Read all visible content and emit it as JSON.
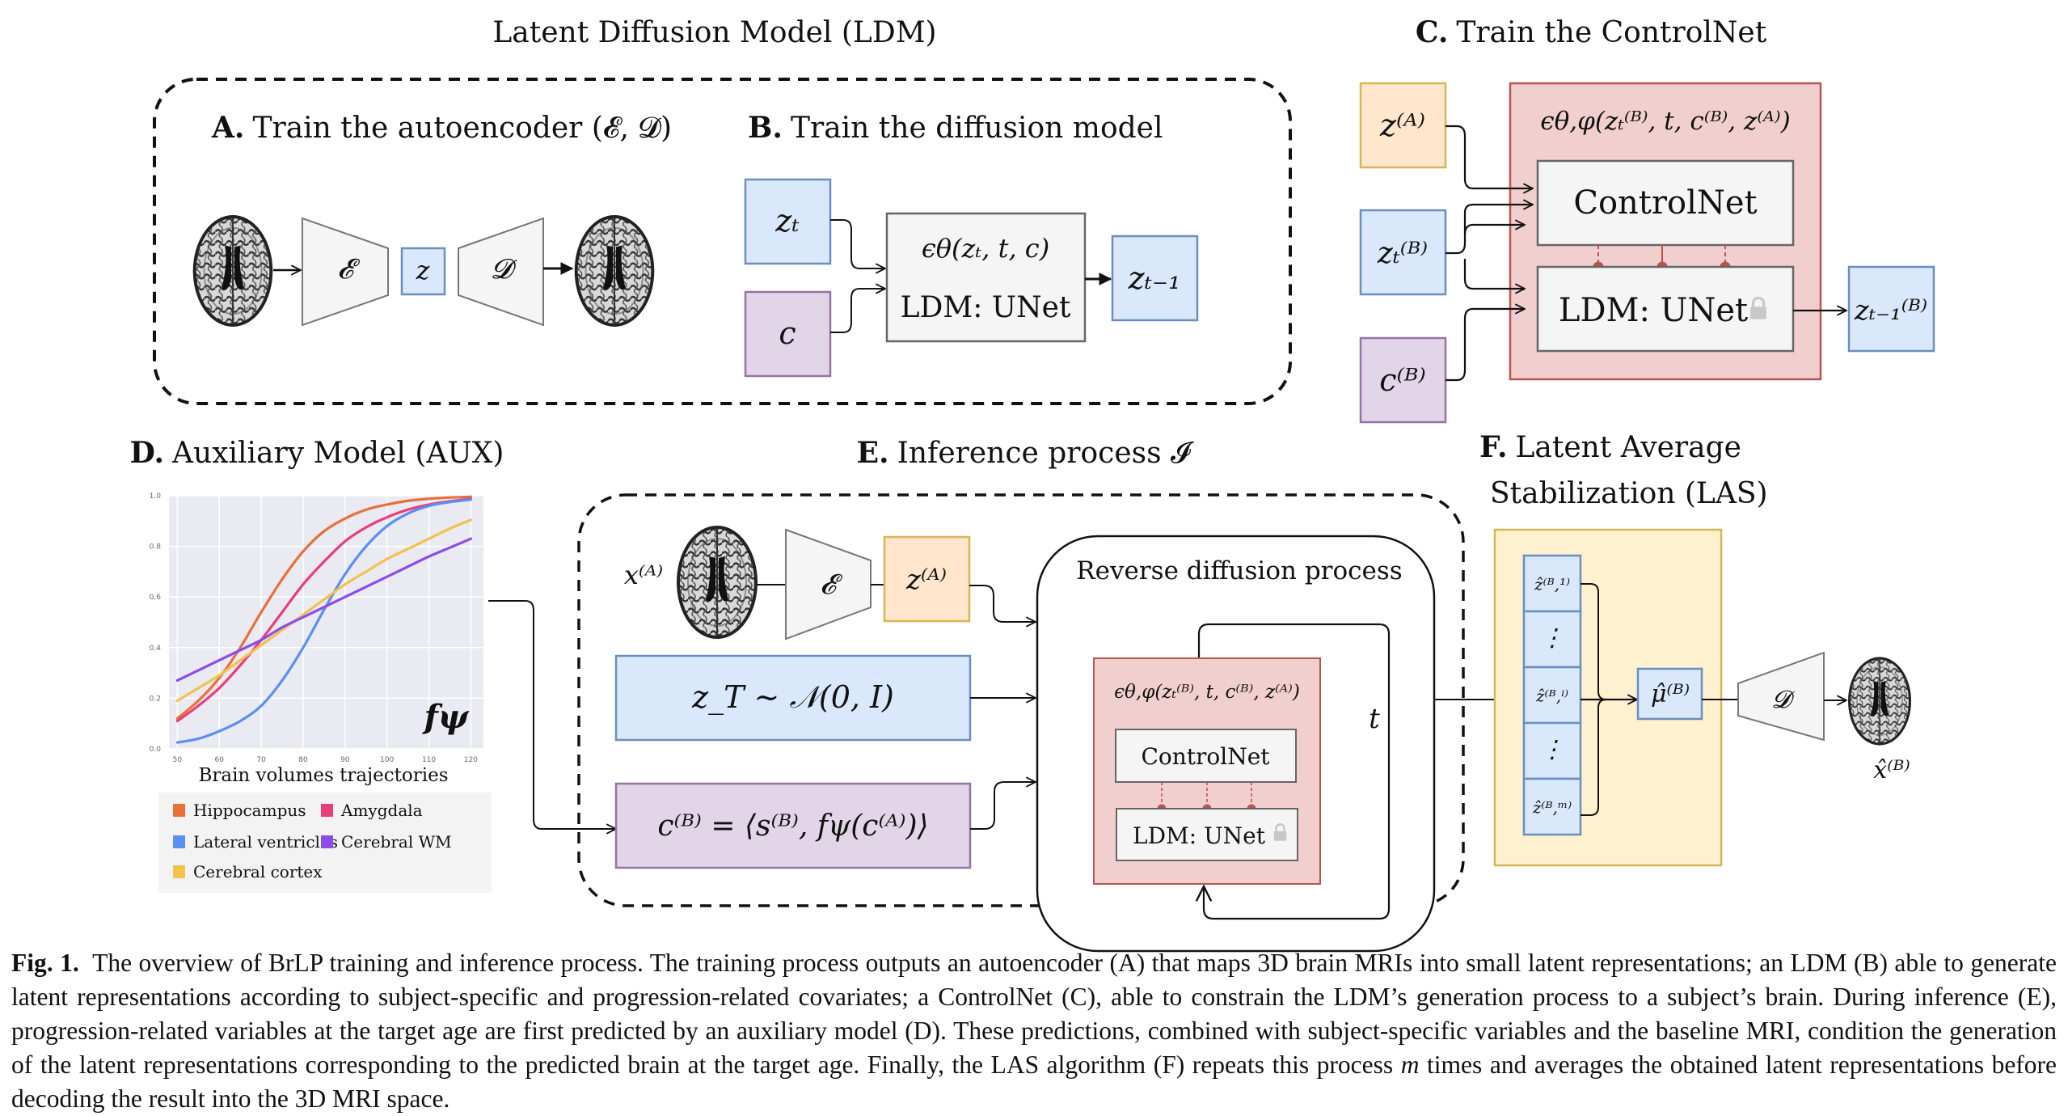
{
  "figure": {
    "ldm_title": "Latent Diffusion Model (LDM)",
    "section_a": {
      "letter": "A.",
      "title": "Train the autoencoder (𝓔, 𝓓)",
      "encoder": "𝓔",
      "latent": "z",
      "decoder": "𝓓"
    },
    "section_b": {
      "letter": "B.",
      "title": "Train the diffusion model",
      "input_zt": "zₜ",
      "input_c": "c",
      "unet_formula": "ϵθ(zₜ, t, c)",
      "unet_label": "LDM: UNet",
      "output": "zₜ₋₁"
    },
    "section_c": {
      "letter": "C.",
      "title": "Train the ControlNet",
      "input_za": "z⁽ᴬ⁾",
      "input_ztb": "zₜ⁽ᴮ⁾",
      "input_cb": "c⁽ᴮ⁾",
      "formula": "ϵθ,φ(zₜ⁽ᴮ⁾, t, c⁽ᴮ⁾, z⁽ᴬ⁾)",
      "controlnet_label": "ControlNet",
      "unet_label": "LDM: UNet",
      "output": "zₜ₋₁⁽ᴮ⁾"
    },
    "section_d": {
      "letter": "D.",
      "title": "Auxiliary Model  (AUX)",
      "function_label": "fψ",
      "chart_caption": "Brain volumes trajectories"
    },
    "section_e": {
      "letter": "E.",
      "title": "Inference process 𝓘",
      "input_xa": "x⁽ᴬ⁾",
      "encoder": "𝓔",
      "latent_za": "z⁽ᴬ⁾",
      "noise": "z_T ∼ 𝒩(0, I)",
      "condition": "c⁽ᴮ⁾ = ⟨s⁽ᴮ⁾, fψ(c⁽ᴬ⁾)⟩",
      "reverse_title": "Reverse diffusion process",
      "formula": "ϵθ,φ(zₜ⁽ᴮ⁾, t, c⁽ᴮ⁾, z⁽ᴬ⁾)",
      "controlnet_label": "ControlNet",
      "unet_label": "LDM: UNet",
      "loop_label": "t"
    },
    "section_f": {
      "letter": "F.",
      "title_line1": "Latent Average",
      "title_line2": "Stabilization (LAS)",
      "stack": [
        "ẑ⁽ᴮ,¹⁾",
        "⋮",
        "ẑ⁽ᴮ,ⁱ⁾",
        "⋮",
        "ẑ⁽ᴮ,ᵐ⁾"
      ],
      "mean": "μ̂⁽ᴮ⁾",
      "decoder": "𝓓",
      "output": "x̂⁽ᴮ⁾"
    }
  },
  "colors": {
    "blue_fill": "#dae8fc",
    "blue_stroke": "#6c8ebf",
    "purple_fill": "#e1d5e7",
    "purple_stroke": "#9673a6",
    "orange_fill": "#ffe6cc",
    "orange_stroke": "#d6b656",
    "red_fill": "#f2cfcf",
    "red_stroke": "#b85450",
    "yellow_fill": "#fdf1cf",
    "yellow_stroke": "#d6b656",
    "gray_fill": "#f5f5f5",
    "gray_stroke": "#666666"
  },
  "chart_data": {
    "type": "line",
    "title": "Brain volumes trajectories",
    "xlabel": "",
    "ylabel": "",
    "xlim": [
      48,
      123
    ],
    "ylim": [
      0,
      1
    ],
    "xticks": [
      50,
      60,
      70,
      80,
      90,
      100,
      110,
      120
    ],
    "yticks": [
      0.0,
      0.2,
      0.4,
      0.6,
      0.8,
      1.0
    ],
    "ytick_labels": [
      "0.0",
      "0.2",
      "0.4",
      "0.6",
      "0.8",
      "1.0"
    ],
    "grid": true,
    "legend_position": "bottom",
    "x": [
      50,
      55,
      60,
      65,
      70,
      75,
      80,
      85,
      90,
      95,
      100,
      105,
      110,
      115,
      120
    ],
    "series": [
      {
        "name": "Hippocampus",
        "color": "#e8703a",
        "values": [
          0.12,
          0.19,
          0.28,
          0.4,
          0.54,
          0.67,
          0.78,
          0.86,
          0.91,
          0.945,
          0.965,
          0.98,
          0.988,
          0.993,
          0.996
        ]
      },
      {
        "name": "Amygdala",
        "color": "#e83e7a",
        "values": [
          0.11,
          0.17,
          0.24,
          0.33,
          0.43,
          0.54,
          0.65,
          0.74,
          0.82,
          0.875,
          0.915,
          0.945,
          0.965,
          0.978,
          0.988
        ]
      },
      {
        "name": "Lateral ventricles",
        "color": "#5b8ff0",
        "values": [
          0.025,
          0.04,
          0.07,
          0.11,
          0.17,
          0.27,
          0.4,
          0.55,
          0.69,
          0.8,
          0.88,
          0.93,
          0.96,
          0.975,
          0.985
        ]
      },
      {
        "name": "Cerebral cortex",
        "color": "#f2c14e",
        "values": [
          0.19,
          0.24,
          0.29,
          0.35,
          0.41,
          0.47,
          0.53,
          0.59,
          0.65,
          0.7,
          0.75,
          0.79,
          0.83,
          0.87,
          0.905
        ]
      },
      {
        "name": "Cerebral WM",
        "color": "#8a4de8",
        "values": [
          0.27,
          0.31,
          0.35,
          0.39,
          0.43,
          0.48,
          0.52,
          0.56,
          0.6,
          0.64,
          0.68,
          0.72,
          0.76,
          0.795,
          0.83
        ]
      }
    ]
  },
  "legend": [
    {
      "name": "Hippocampus",
      "color": "#e8703a"
    },
    {
      "name": "Amygdala",
      "color": "#e83e7a"
    },
    {
      "name": "Lateral ventricles",
      "color": "#5b8ff0"
    },
    {
      "name": "Cerebral WM",
      "color": "#8a4de8"
    },
    {
      "name": "Cerebral cortex",
      "color": "#f2c14e"
    }
  ],
  "caption": {
    "label": "Fig. 1.",
    "text_before_m": "The overview of BrLP training and inference process. The training process outputs an autoencoder (A) that maps 3D brain MRIs into small latent representations; an LDM (B) able to generate latent representations according to subject-specific and progression-related covariates; a ControlNet (C), able to constrain the LDM’s generation process to a subject’s brain. During inference (E), progression-related variables at the target age are first predicted by an auxiliary model (D). These predictions, combined with subject-specific variables and the baseline MRI, condition the generation of the latent representations corresponding to the predicted brain at the target age. Finally, the LAS algorithm (F) repeats this process",
    "m": "m",
    "text_after_m": "times and averages the obtained latent representations before decoding the result into the 3D MRI space."
  }
}
